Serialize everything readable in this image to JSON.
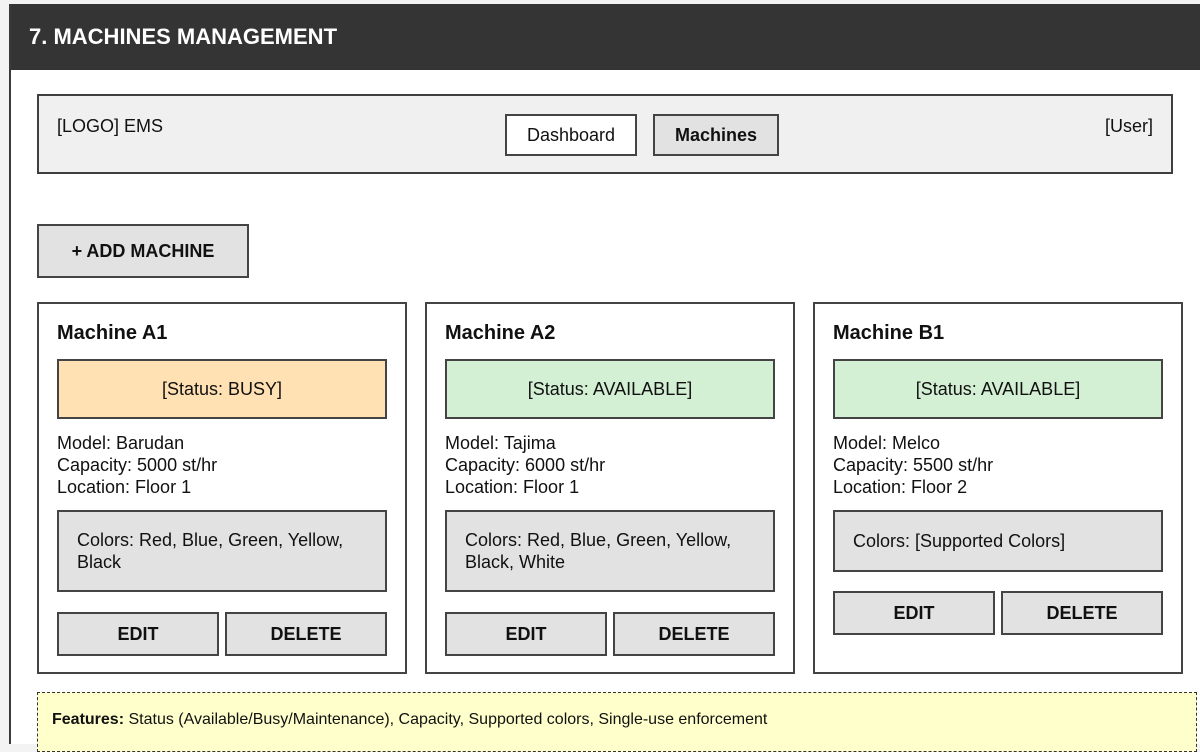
{
  "header": {
    "title": "7. MACHINES MANAGEMENT"
  },
  "nav": {
    "logo": "[LOGO] EMS",
    "tabs": [
      {
        "label": "Dashboard",
        "active": false
      },
      {
        "label": "Machines",
        "active": true
      }
    ],
    "user": "[User]"
  },
  "toolbar": {
    "add_label": "+ ADD MACHINE"
  },
  "machines": [
    {
      "name": "Machine A1",
      "status": "[Status: BUSY]",
      "status_color": "#ffe1b3",
      "model": "Model: Barudan",
      "capacity": "Capacity: 5000 st/hr",
      "location": "Location: Floor 1",
      "colors": "Colors: Red, Blue, Green, Yellow, Black",
      "edit_label": "EDIT",
      "delete_label": "DELETE"
    },
    {
      "name": "Machine A2",
      "status": "[Status: AVAILABLE]",
      "status_color": "#d4f0d4",
      "model": "Model: Tajima",
      "capacity": "Capacity: 6000 st/hr",
      "location": "Location: Floor 1",
      "colors": "Colors: Red, Blue, Green, Yellow, Black, White",
      "edit_label": "EDIT",
      "delete_label": "DELETE"
    },
    {
      "name": "Machine B1",
      "status": "[Status: AVAILABLE]",
      "status_color": "#d4f0d4",
      "model": "Model: Melco",
      "capacity": "Capacity: 5500 st/hr",
      "location": "Location: Floor 2",
      "colors": "Colors: [Supported Colors]",
      "edit_label": "EDIT",
      "delete_label": "DELETE"
    }
  ],
  "features": {
    "label": "Features:",
    "text": "Status (Available/Busy/Maintenance), Capacity, Supported colors, Single-use enforcement"
  }
}
